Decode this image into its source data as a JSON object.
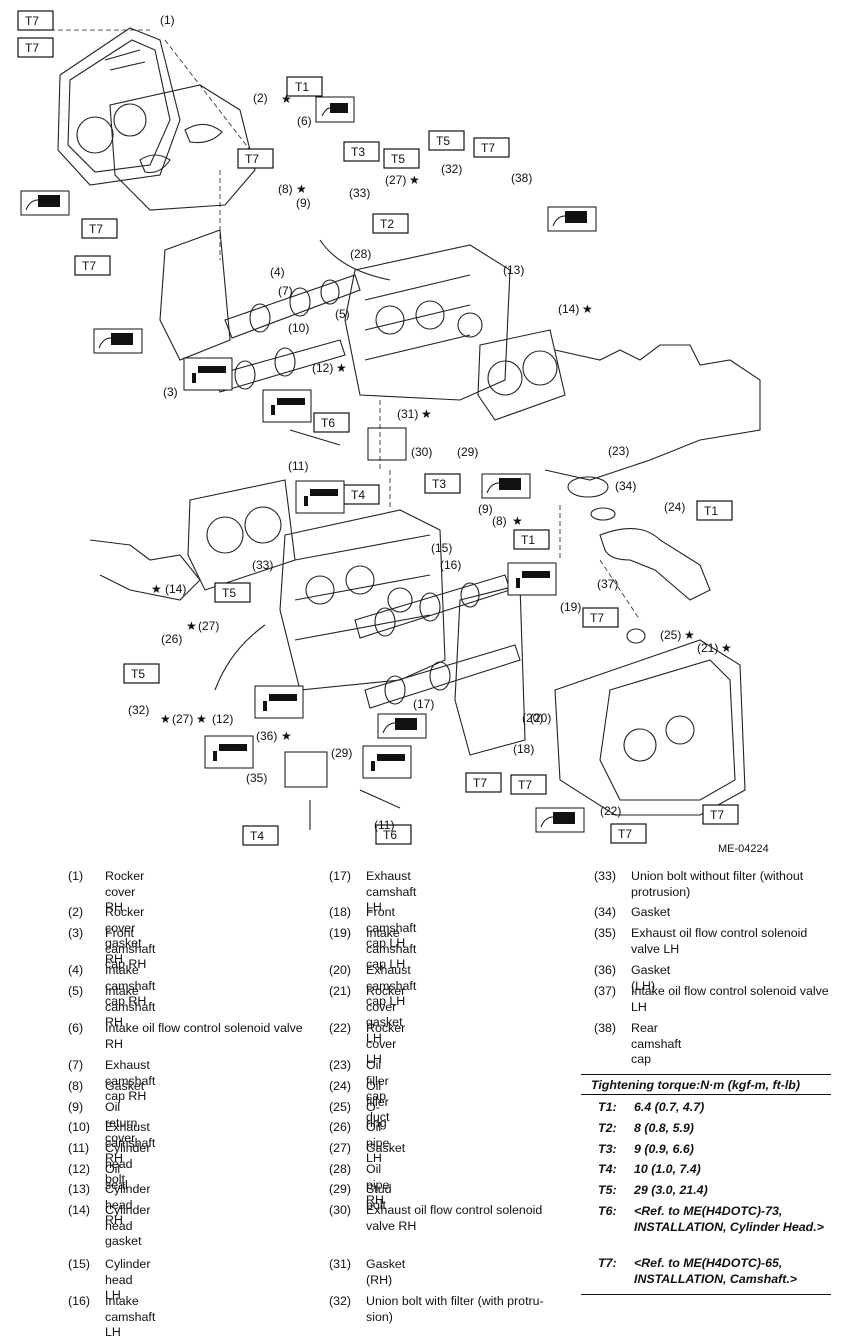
{
  "figure_id": "ME-04224",
  "callouts": [
    "(1)",
    "(2)",
    "(3)",
    "(4)",
    "(5)",
    "(6)",
    "(7)",
    "(8)",
    "(9)",
    "(10)",
    "(11)",
    "(12)",
    "(13)",
    "(14)",
    "(15)",
    "(16)",
    "(17)",
    "(18)",
    "(19)",
    "(20)",
    "(21)",
    "(22)",
    "(23)",
    "(24)",
    "(25)",
    "(26)",
    "(27)",
    "(28)",
    "(29)",
    "(30)",
    "(31)",
    "(32)",
    "(33)",
    "(34)",
    "(35)",
    "(36)",
    "(37)",
    "(38)"
  ],
  "torque_tags": [
    "T1",
    "T2",
    "T3",
    "T4",
    "T5",
    "T6",
    "T7"
  ],
  "legend": [
    {
      "num": "(1)",
      "text": "Rocker cover RH"
    },
    {
      "num": "(2)",
      "text": "Rocker cover gasket RH"
    },
    {
      "num": "(3)",
      "text": "Front camshaft cap RH"
    },
    {
      "num": "(4)",
      "text": "Intake camshaft cap RH"
    },
    {
      "num": "(5)",
      "text": "Intake camshaft RH"
    },
    {
      "num": "(6)",
      "text": "Intake oil flow control solenoid valve RH"
    },
    {
      "num": "(7)",
      "text": "Exhaust camshaft cap RH"
    },
    {
      "num": "(8)",
      "text": "Gasket"
    },
    {
      "num": "(9)",
      "text": "Oil return cover"
    },
    {
      "num": "(10)",
      "text": "Exhaust camshaft RH"
    },
    {
      "num": "(11)",
      "text": "Cylinder head bolt"
    },
    {
      "num": "(12)",
      "text": "Oil seal"
    },
    {
      "num": "(13)",
      "text": "Cylinder head RH"
    },
    {
      "num": "(14)",
      "text": "Cylinder head gasket"
    },
    {
      "num": "(15)",
      "text": "Cylinder head LH"
    },
    {
      "num": "(16)",
      "text": "Intake camshaft LH"
    },
    {
      "num": "(17)",
      "text": "Exhaust camshaft LH"
    },
    {
      "num": "(18)",
      "text": "Front camshaft cap LH"
    },
    {
      "num": "(19)",
      "text": "Intake camshaft cap LH"
    },
    {
      "num": "(20)",
      "text": "Exhaust camshaft cap LH"
    },
    {
      "num": "(21)",
      "text": "Rocker cover gasket LH"
    },
    {
      "num": "(22)",
      "text": "Rocker cover LH"
    },
    {
      "num": "(23)",
      "text": "Oil filler cap"
    },
    {
      "num": "(24)",
      "text": "Oil filler duct"
    },
    {
      "num": "(25)",
      "text": "O-ring"
    },
    {
      "num": "(26)",
      "text": "Oil pipe LH"
    },
    {
      "num": "(27)",
      "text": "Gasket"
    },
    {
      "num": "(28)",
      "text": "Oil pipe RH"
    },
    {
      "num": "(29)",
      "text": "Stud bolt"
    },
    {
      "num": "(30)",
      "text": "Exhaust oil flow control solenoid valve RH"
    },
    {
      "num": "(31)",
      "text": "Gasket (RH)"
    },
    {
      "num": "(32)",
      "text": "Union bolt with filter (with protru-sion)"
    },
    {
      "num": "(33)",
      "text": "Union bolt without filter (without protrusion)"
    },
    {
      "num": "(34)",
      "text": "Gasket"
    },
    {
      "num": "(35)",
      "text": "Exhaust oil flow control solenoid valve LH"
    },
    {
      "num": "(36)",
      "text": "Gasket (LH)"
    },
    {
      "num": "(37)",
      "text": "Intake oil flow control solenoid valve LH"
    },
    {
      "num": "(38)",
      "text": "Rear camshaft cap"
    }
  ],
  "torque": {
    "header": "Tightening torque:N·m (kgf-m, ft-lb)",
    "items": [
      {
        "key": "T1:",
        "value": "6.4 (0.7, 4.7)"
      },
      {
        "key": "T2:",
        "value": "8 (0.8, 5.9)"
      },
      {
        "key": "T3:",
        "value": "9 (0.9, 6.6)"
      },
      {
        "key": "T4:",
        "value": "10 (1.0, 7.4)"
      },
      {
        "key": "T5:",
        "value": "29 (3.0, 21.4)"
      },
      {
        "key": "T6:",
        "value": "<Ref. to ME(H4DOTC)-73, INSTALLATION, Cylinder Head.>"
      },
      {
        "key": "T7:",
        "value": "<Ref. to ME(H4DOTC)-65, INSTALLATION, Camshaft.>"
      }
    ]
  }
}
